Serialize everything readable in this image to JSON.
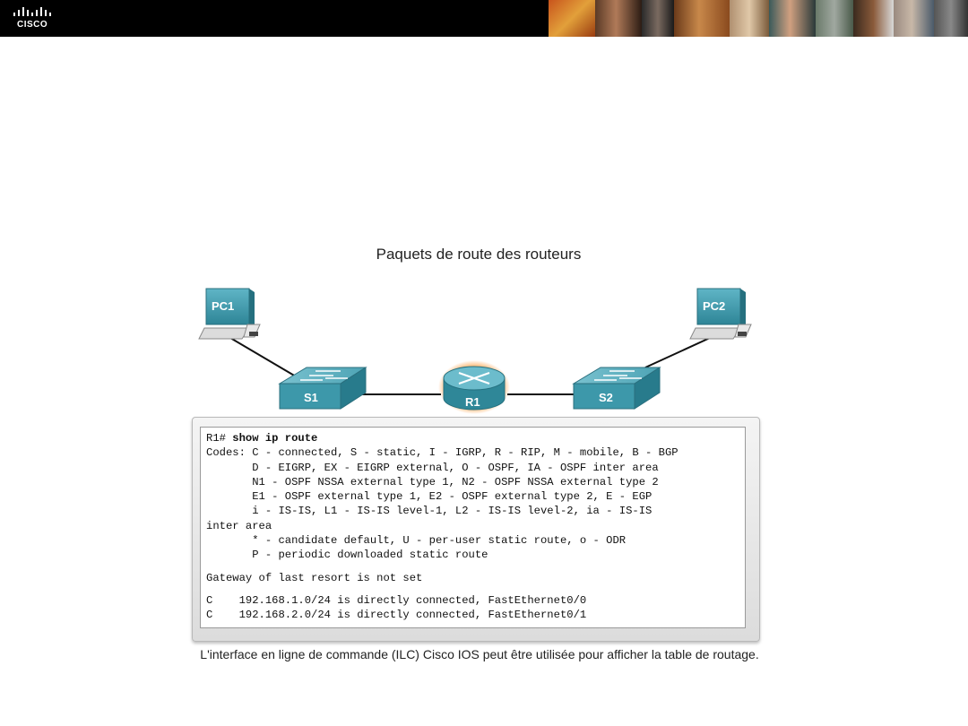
{
  "brand": {
    "logo_text": "CISCO"
  },
  "title": "Paquets de route des routeurs",
  "devices": {
    "pc1": "PC1",
    "pc2": "PC2",
    "s1": "S1",
    "s2": "S2",
    "r1": "R1"
  },
  "cli": {
    "prompt": "R1# ",
    "command": "show ip route",
    "codes": [
      "Codes: C - connected, S - static, I - IGRP, R - RIP, M - mobile, B - BGP",
      "       D - EIGRP, EX - EIGRP external, O - OSPF, IA - OSPF inter area",
      "       N1 - OSPF NSSA external type 1, N2 - OSPF NSSA external type 2",
      "       E1 - OSPF external type 1, E2 - OSPF external type 2, E - EGP",
      "       i - IS-IS, L1 - IS-IS level-1, L2 - IS-IS level-2, ia - IS-IS",
      "inter area",
      "       * - candidate default, U - per-user static route, o - ODR",
      "       P - periodic downloaded static route"
    ],
    "gateway": "Gateway of last resort is not set",
    "routes": [
      "C    192.168.1.0/24 is directly connected, FastEthernet0/0",
      "C    192.168.2.0/24 is directly connected, FastEthernet0/1"
    ]
  },
  "caption": "L'interface en ligne de commande (ILC) Cisco IOS peut être utilisée pour afficher la table de routage."
}
